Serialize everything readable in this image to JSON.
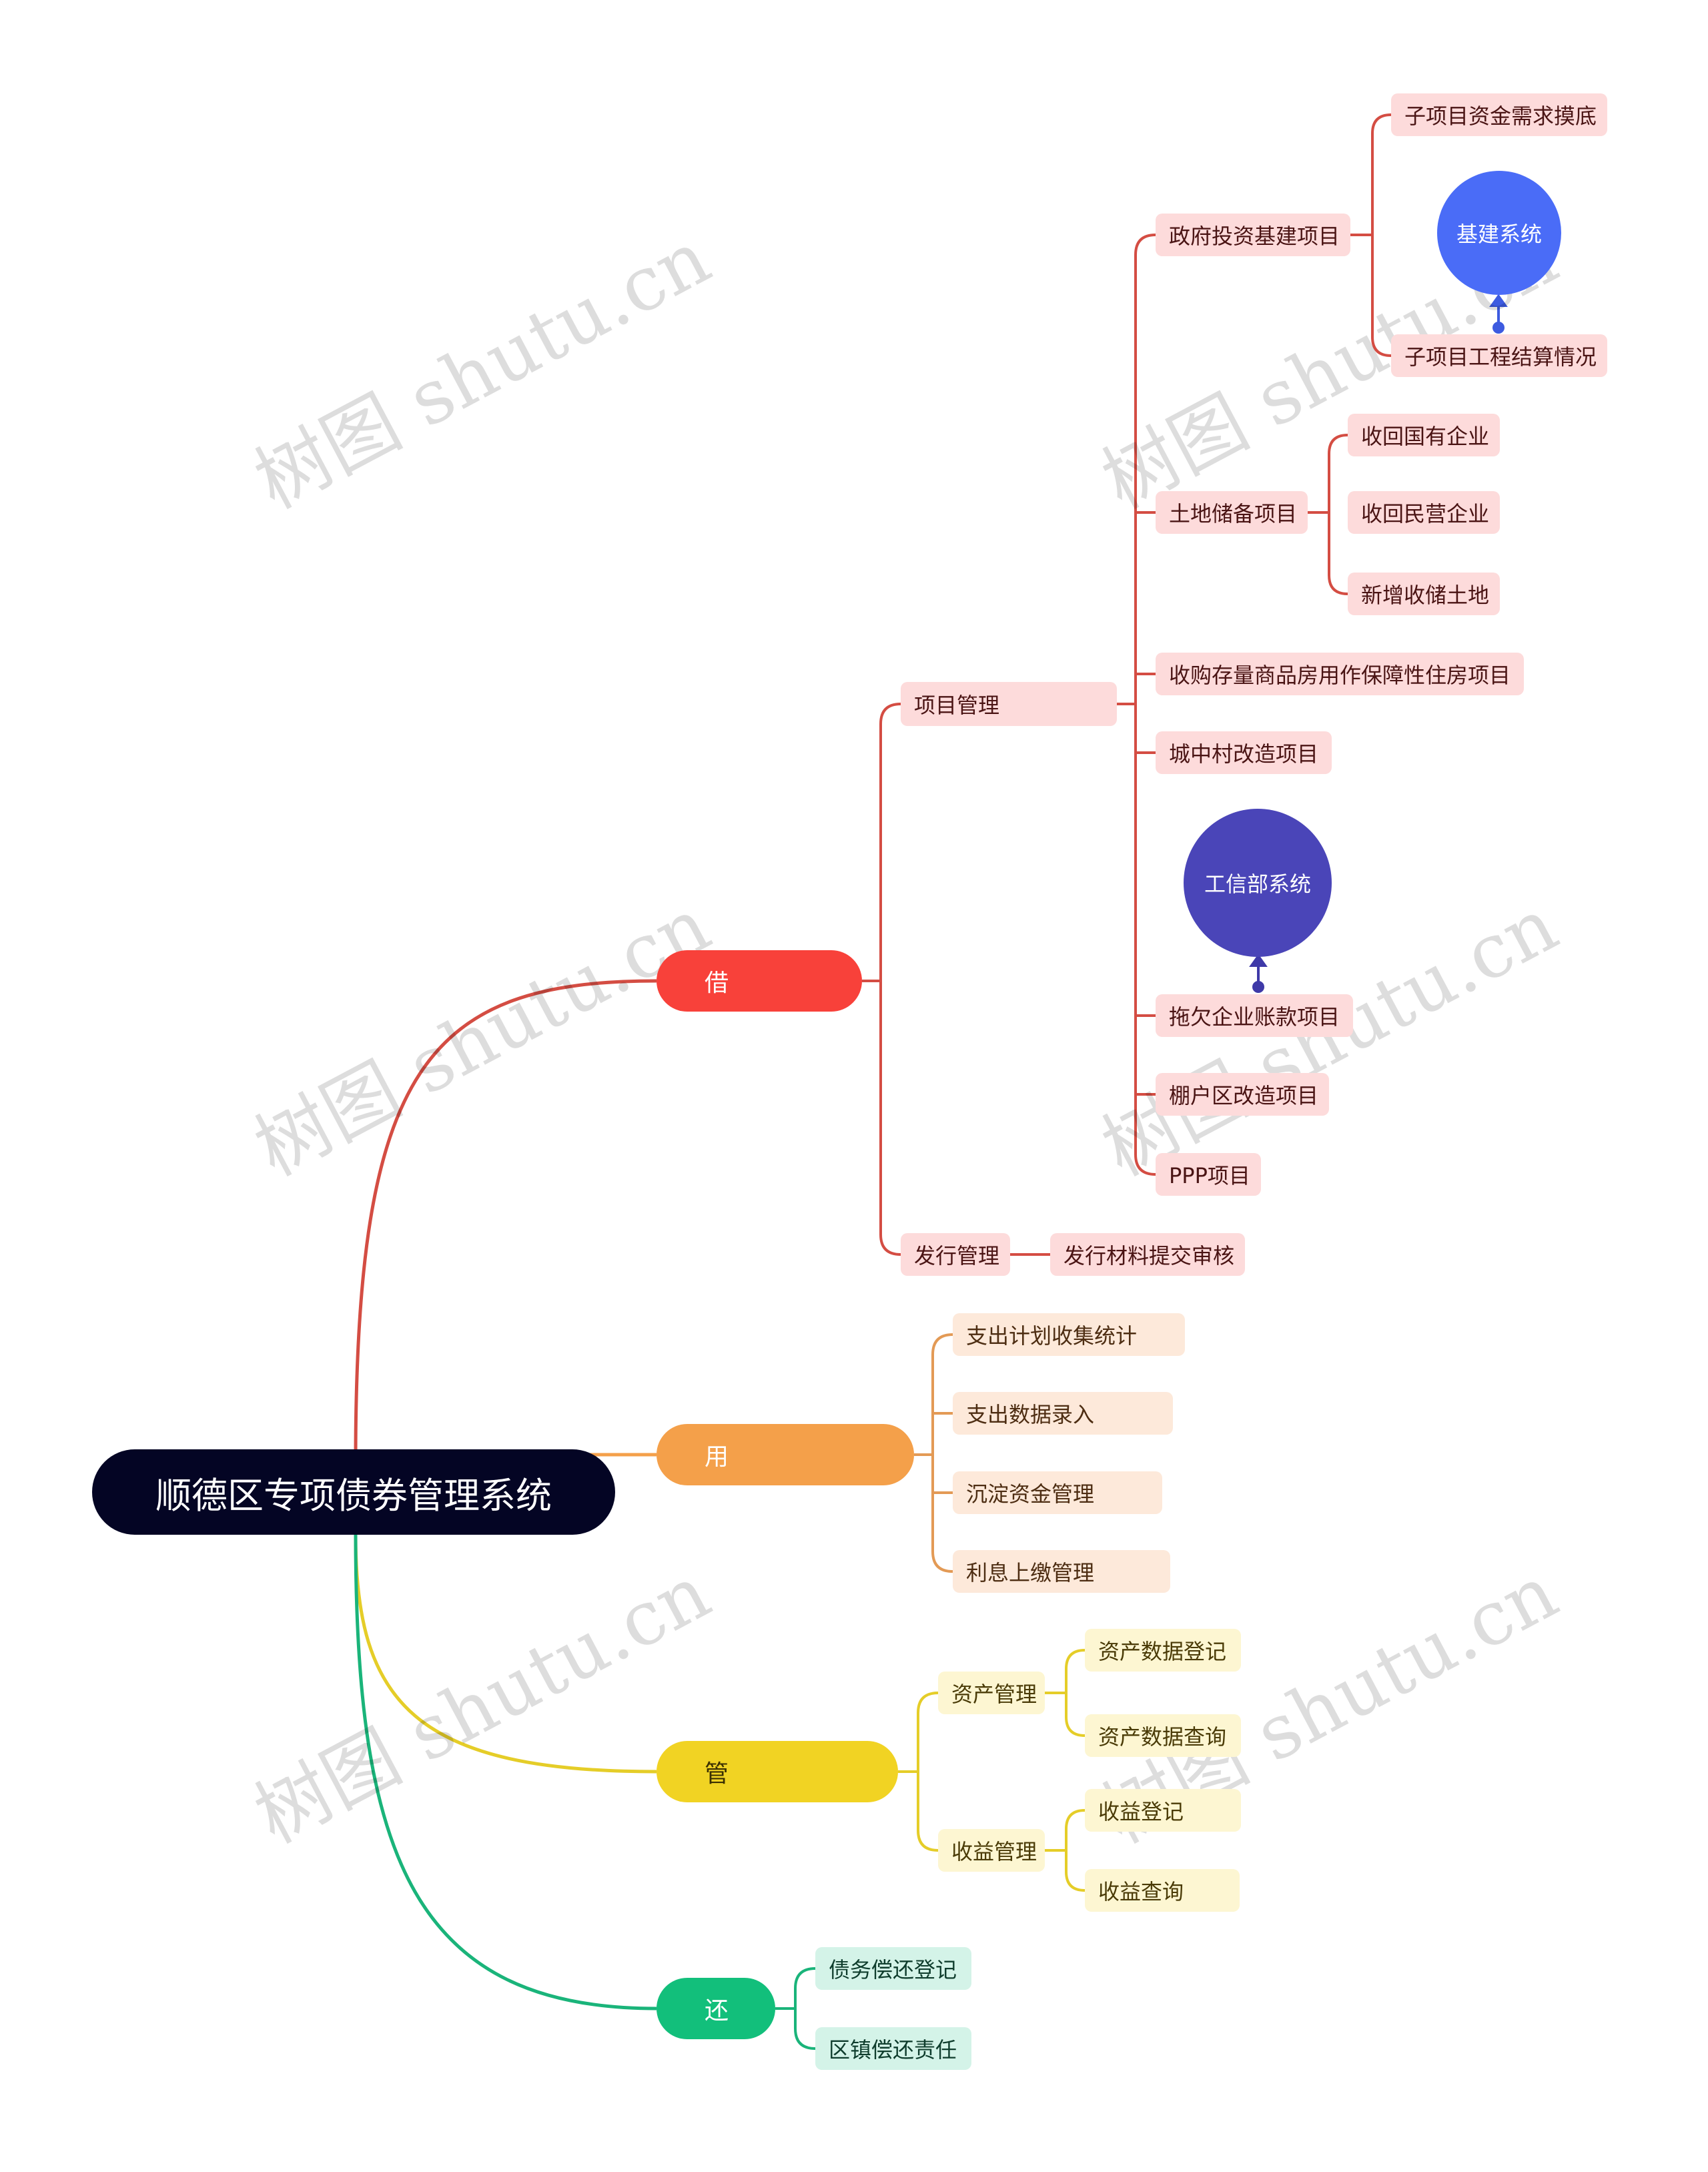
{
  "root": {
    "label": "顺德区专项债券管理系统"
  },
  "branches": {
    "jie": {
      "label": "借",
      "color": "#f8413a"
    },
    "yong": {
      "label": "用",
      "color": "#f4a04a"
    },
    "guan": {
      "label": "管",
      "color": "#f1d323"
    },
    "huan": {
      "label": "还",
      "color": "#12bf7b"
    }
  },
  "jie": {
    "project_mgmt": "项目管理",
    "gov_invest": "政府投资基建项目",
    "sub_demand": "子项目资金需求摸底",
    "sub_settle": "子项目工程结算情况",
    "jijian_system": "基建系统",
    "land_reserve": "土地储备项目",
    "reclaim_state": "收回国有企业",
    "reclaim_private": "收回民营企业",
    "new_land": "新增收储土地",
    "housing": "收购存量商品房用作保障性住房项目",
    "village": "城中村改造项目",
    "miit_system": "工信部系统",
    "arrears": "拖欠企业账款项目",
    "shanty": "棚户区改造项目",
    "ppp": "PPP项目",
    "issue_mgmt": "发行管理",
    "issue_review": "发行材料提交审核"
  },
  "yong": {
    "plan_stats": "支出计划收集统计",
    "data_entry": "支出数据录入",
    "idle_funds": "沉淀资金管理",
    "interest": "利息上缴管理"
  },
  "guan": {
    "asset_mgmt": "资产管理",
    "asset_register": "资产数据登记",
    "asset_query": "资产数据查询",
    "income_mgmt": "收益管理",
    "income_register": "收益登记",
    "income_query": "收益查询"
  },
  "huan": {
    "debt_register": "债务偿还登记",
    "district_duty": "区镇偿还责任"
  },
  "colors": {
    "jijian_circle": "#4a6cf7",
    "miit_circle": "#4a45b8",
    "root_bg": "#040524"
  },
  "watermark": "树图 shutu.cn"
}
